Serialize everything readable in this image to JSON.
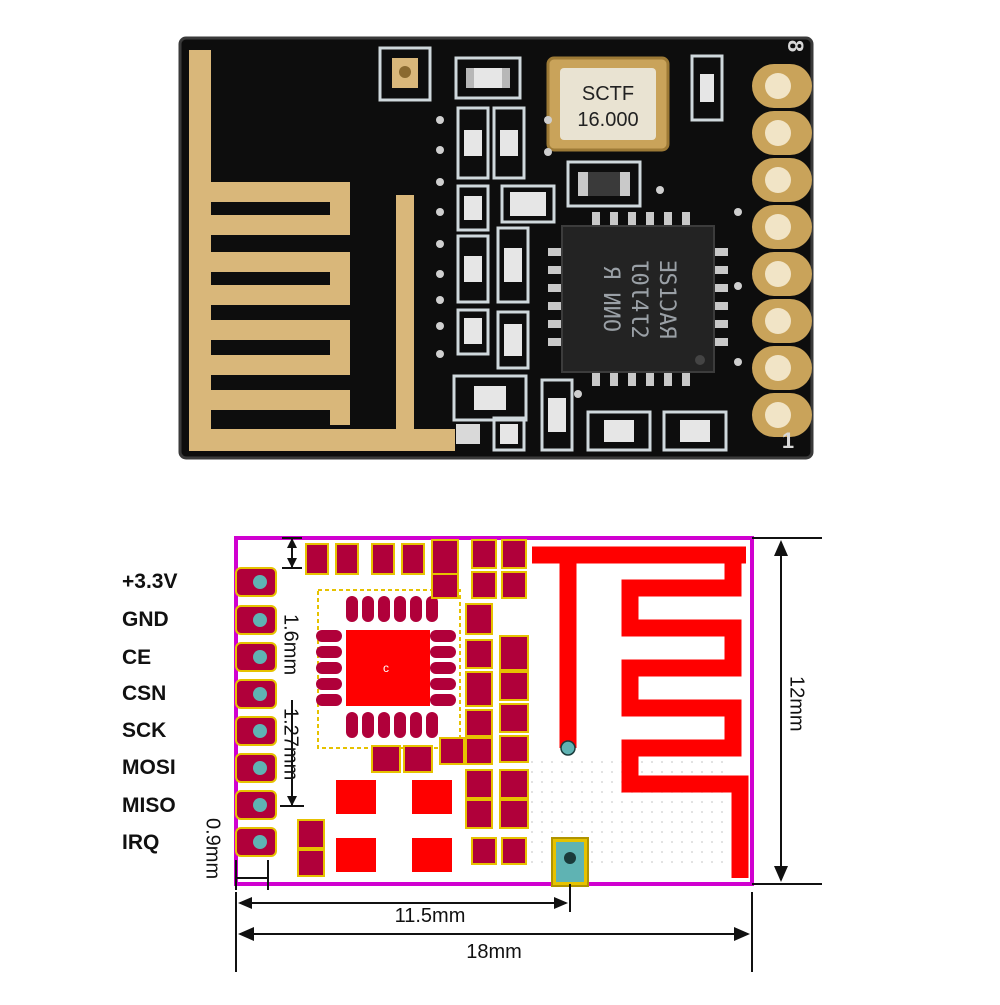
{
  "photo": {
    "crystal_line1": "SCTF",
    "crystal_line2": "16.000",
    "pin_marker_top": "8",
    "pin_marker_bottom": "1"
  },
  "pinout": [
    {
      "label": "+3.3V"
    },
    {
      "label": "GND"
    },
    {
      "label": "CE"
    },
    {
      "label": "CSN"
    },
    {
      "label": "SCK"
    },
    {
      "label": "MOSI"
    },
    {
      "label": "MISO"
    },
    {
      "label": "IRQ"
    }
  ],
  "dimensions": {
    "pad_height": "1.6mm",
    "pin_pitch": "1.27mm",
    "pad_width": "0.9mm",
    "antenna_offset": "11.5mm",
    "board_length": "18mm",
    "board_width": "12mm"
  },
  "colors": {
    "board_black": "#0d0d0d",
    "gold": "#d9b77a",
    "outline_magenta": "#d000d0",
    "copper_red": "#ff0000",
    "pad_maroon": "#b0003a",
    "pad_teal": "#5fb3b3",
    "silk_yellow": "#e6c200"
  }
}
